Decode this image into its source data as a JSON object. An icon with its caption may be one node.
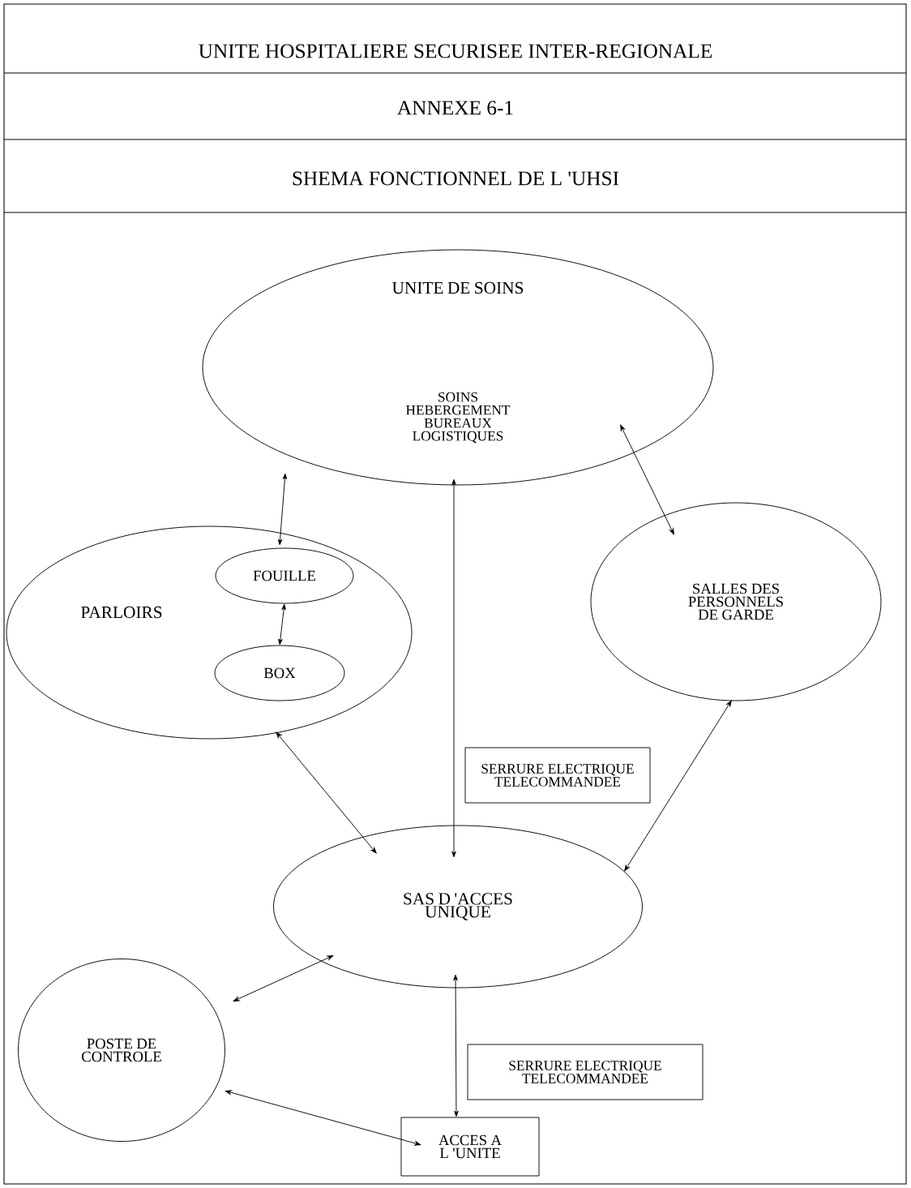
{
  "diagram": {
    "title": "UNITE HOSPITALIERE SECURISEE INTER-REGIONALE",
    "nodes": [
      {
        "text": [
          "UNITE DE SOINS",
          "SOINS HEBERGEMENT BUREAUX LOGISTIQUES"
        ]
      },
      {
        "text": [
          "PARLOIRS"
        ]
      },
      {
        "text": [
          "FOUILLE"
        ],
        "in": 1
      },
      {
        "text": [
          "BOX"
        ],
        "in": 1
      },
      {
        "text": [
          "SALLES DES PERSONNELS DE GARDE"
        ]
      },
      {
        "text": [
          "SERRURE ELECTRIQUE TELECOMMANDEE"
        ]
      },
      {
        "text": [
          "SAS D 'ACCES UNIQUE"
        ]
      },
      {
        "text": [
          "POSTE DE CONTROLE"
        ]
      },
      {
        "text": [
          "SERRURE ELECTRIQUE TELECOMMANDEE"
        ]
      },
      {
        "text": [
          "ACCES A L 'UNITE"
        ]
      }
    ],
    "edges": [
      {
        "from": 0,
        "to": 2,
        "arrow": "both"
      },
      {
        "from": 2,
        "to": 3,
        "arrow": "both"
      },
      {
        "from": 0,
        "to": 6,
        "arrow": "both"
      },
      {
        "from": 0,
        "to": 4,
        "arrow": "both"
      },
      {
        "from": 1,
        "to": 6,
        "arrow": "both"
      },
      {
        "from": 4,
        "to": 6,
        "arrow": "both"
      },
      {
        "from": 7,
        "to": 6,
        "arrow": "both"
      },
      {
        "from": 6,
        "to": 9,
        "arrow": "both"
      },
      {
        "from": 7,
        "to": 9,
        "arrow": "both"
      }
    ],
    "labels": [
      "ANNEXE 6-1",
      "SHEMA FONCTIONNEL DE L 'UHSI"
    ]
  }
}
